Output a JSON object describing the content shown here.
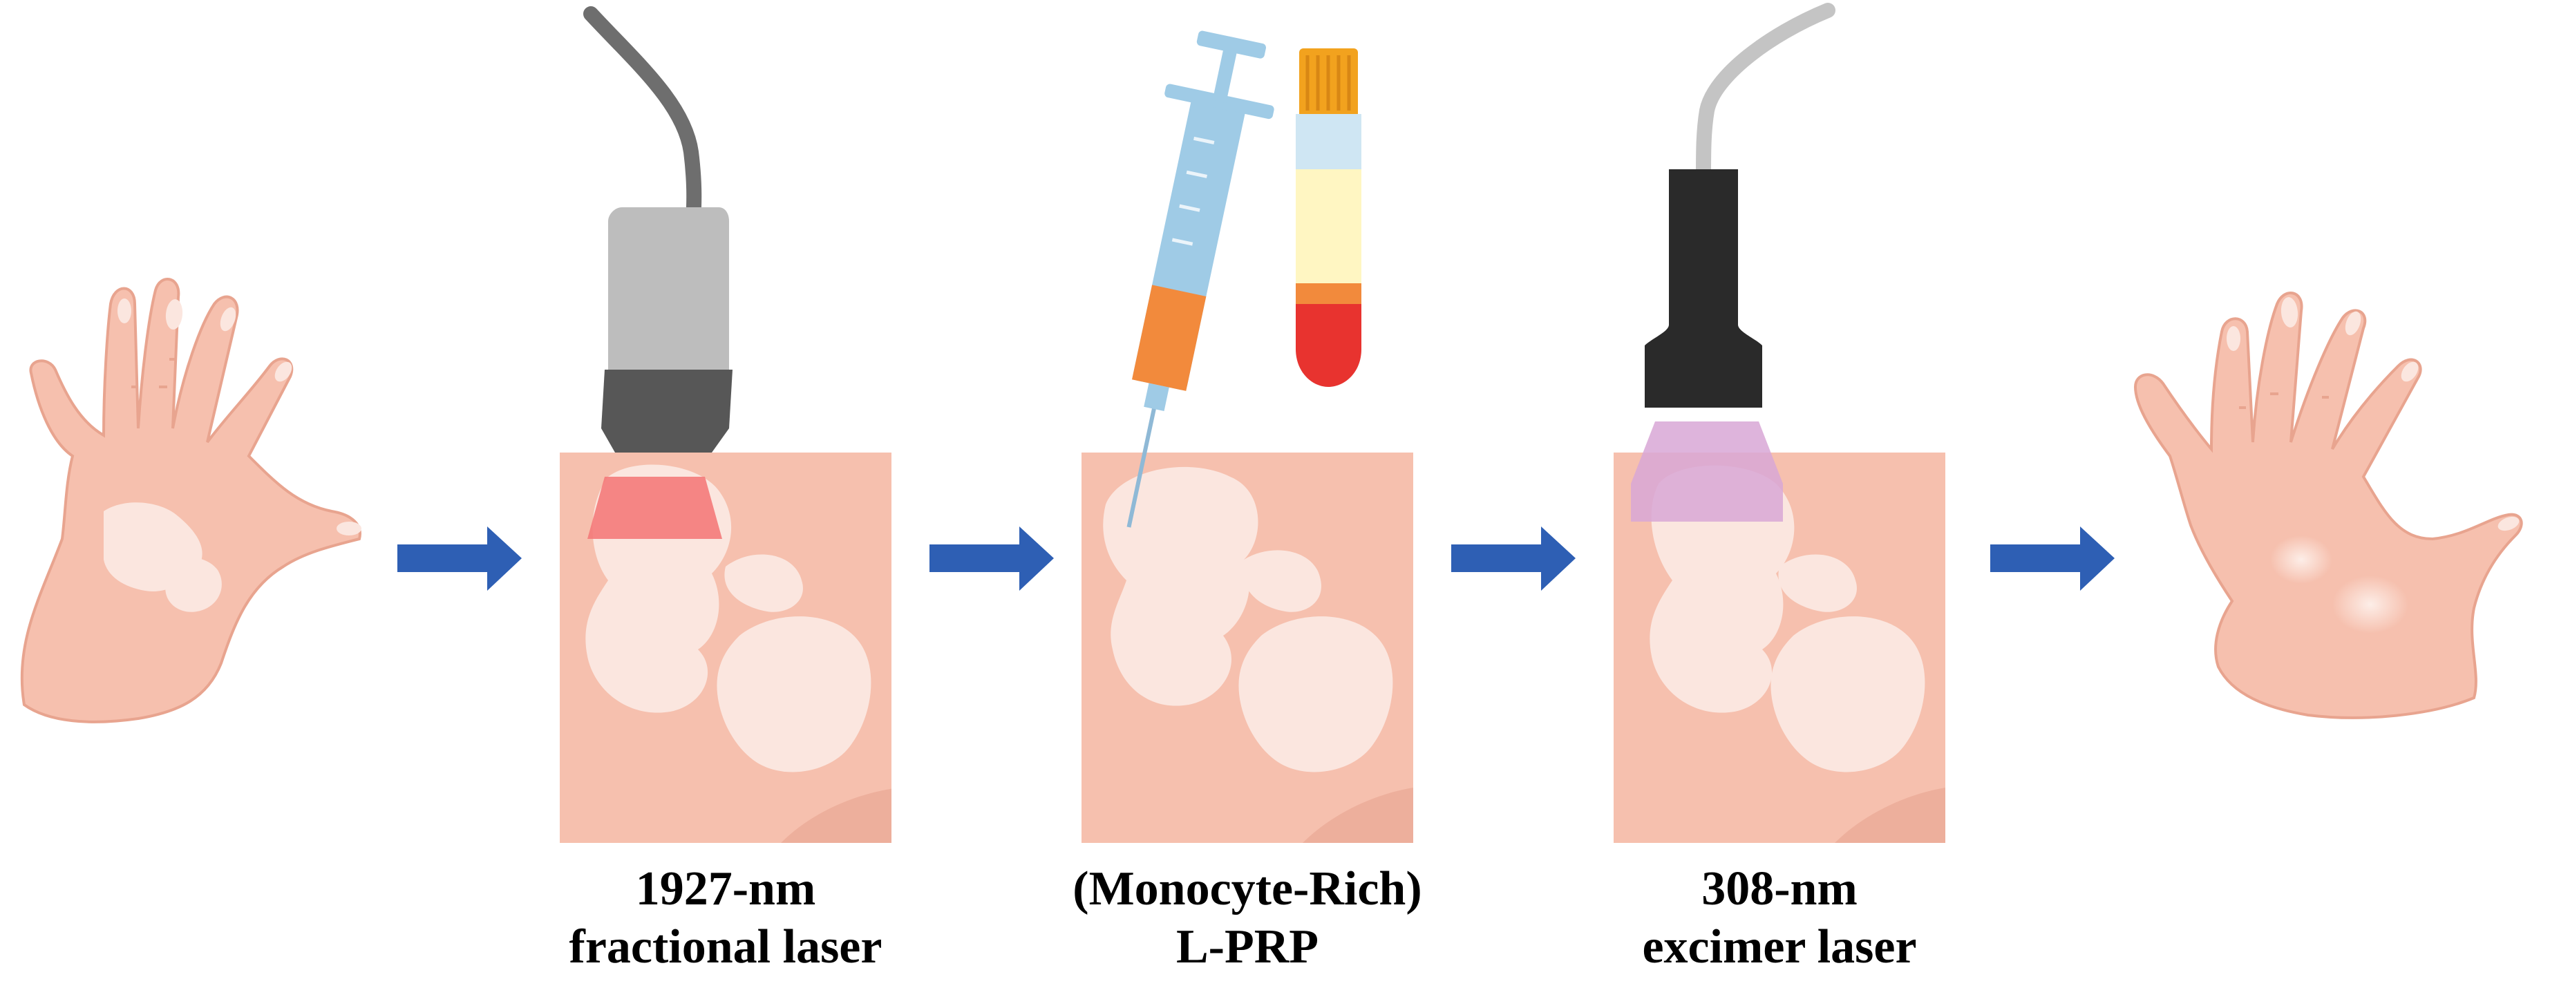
{
  "steps": [
    {
      "line1": "1927-nm",
      "line2": "fractional laser"
    },
    {
      "line1": "(Monocyte-Rich)",
      "line2": "L-PRP"
    },
    {
      "line1": "308-nm",
      "line2": "excimer laser"
    }
  ],
  "icons": {
    "before": "vitiligo-hand-icon",
    "step1_device": "fractional-laser-handpiece-icon",
    "step2_device": "syringe-icon",
    "step2_tube": "blood-tube-icon",
    "step3_device": "excimer-laser-handpiece-icon",
    "after": "repigmented-hand-icon",
    "arrow": "arrow-right-icon"
  },
  "colors": {
    "skin": "#f6c0ae",
    "skin_outline": "#e8a48f",
    "patch": "#fbe6df",
    "arrow": "#2e5fb4",
    "fractional_beam": "#f47a7a",
    "excimer_beam": "#d8a7d6",
    "handpiece_gray": "#bdbdbd",
    "handpiece_dark": "#575757",
    "handpiece_black": "#2a2a2a",
    "syringe": "#9fcbe6",
    "syringe_fill": "#f28a3c",
    "tube_cap": "#f2a21e",
    "plasma": "#fff6c2",
    "blood": "#e8332f"
  }
}
